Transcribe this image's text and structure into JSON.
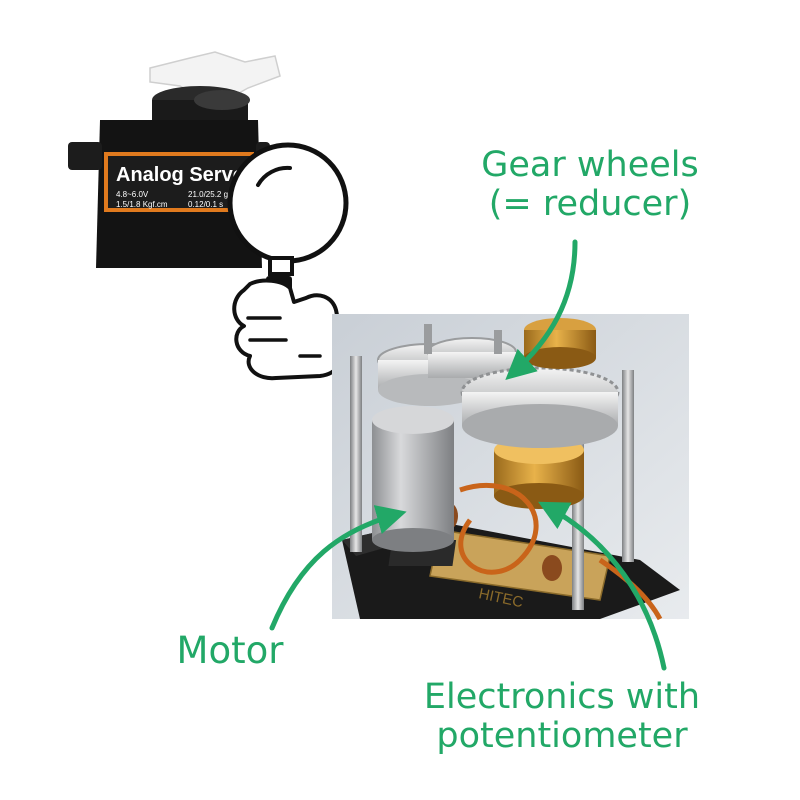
{
  "servo": {
    "brand": "Analog Servo",
    "spec_left_1": "4.8~6.0V",
    "spec_left_2": "1.5/1.8 Kgf.cm",
    "spec_right_1": "21.0/25.2 g",
    "spec_right_2": "0.12/0.1 s"
  },
  "pcb_text": "HITEC",
  "labels": {
    "gear_line1": "Gear wheels",
    "gear_line2": "(= reducer)",
    "motor": "Motor",
    "electronics_line1": "Electronics with",
    "electronics_line2": "potentiometer"
  },
  "colors": {
    "label": "#22a867",
    "servo_body": "#111111",
    "servo_band": "#e07a1e"
  },
  "icons": [
    "magnifier-icon",
    "hand-icon"
  ]
}
